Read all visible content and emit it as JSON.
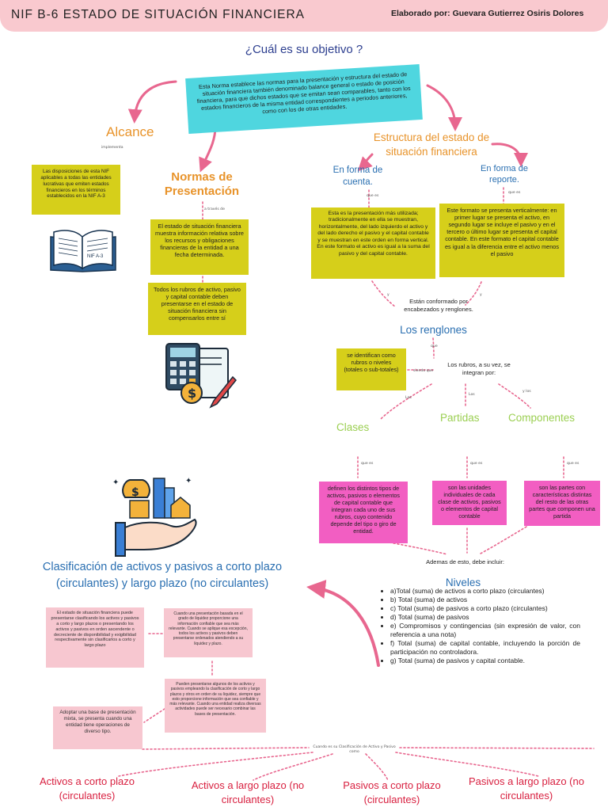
{
  "header": {
    "title": "NIF B-6  ESTADO DE SITUACIÓN FINANCIERA",
    "author": "Elaborado por: Guevara Gutierrez Osiris Dolores"
  },
  "objective": {
    "question": "¿Cuál es su objetivo ?",
    "text": "Esta Norma establece las normas para la presentación y estructura del estado de situación financiera también denominado balance general o estado de posición financiera, para que dichos estados que se emitan sean comparables, tanto con los estados financieros de la misma entidad correspondientes a periodos anteriores, como con los de otras entidades."
  },
  "alcance": {
    "title": "Alcance",
    "note": "implementa",
    "text": "Las disposiciones de esta NIF aplicables a todas las entidades lucrativas que emiten estados financieros en los términos establecidos en la NIF A-3",
    "book_label": "NIF A-3"
  },
  "normas": {
    "title_line1": "Normas de",
    "title_line2": "Presentación",
    "note": "a través de",
    "text1": "El estado de situación financiera muestra información relativa sobre los recursos y obligaciones financieras de la entidad a una fecha determinada.",
    "text2": "Todos los rubros de activo, pasivo y capital contable deben presentarse en el estado de situación financiera sin compensarlos entre sí"
  },
  "estructura": {
    "title_line1": "Estructura del estado de",
    "title_line2": "situación financiera",
    "cuenta_line1": "En forma de",
    "cuenta_line2": "cuenta.",
    "reporte_line1": "En forma de",
    "reporte_line2": "reporte.",
    "note_que_es1": "que es",
    "note_que_es2": "que es",
    "cuenta_text": "Esta es la presentación más utilizada; tradicionalmente en ella se muestran, horizontalmente, del lado izquierdo el activo y del lado derecho el pasivo y el capital contable y se muestran en este orden en forma vertical. En este formato el activo es igual a la suma del pasivo y del capital contable.",
    "reporte_text": "Este formato se presenta verticalmente: en primer lugar se presenta el activo, en segundo lugar se incluye el pasivo y en el tercero o último lugar se presenta el capital contable. En este formato el capital contable es igual a la diferencia entre el activo menos el pasivo",
    "note_y1": "y",
    "note_y2": "y",
    "conformado": "Están conformado por encabezados y renglones.",
    "renglones_title": "Los renglones",
    "note_que": "que",
    "renglones_text": "se identifican como rubros o niveles (totales o sub-totales)",
    "note_siendo": "siendo que",
    "rubros_text": "Los rubros, a su vez, se integran por:",
    "note_las": "Las",
    "note_los": "Los",
    "note_ylos": "y los",
    "clases": "Clases",
    "partidas": "Partidas",
    "componentes": "Componentes",
    "note_quees_a": "que es",
    "note_quees_b": "que es",
    "note_quees_c": "que es",
    "clases_text": "definen los distintos tipos de activos, pasivos o elementos de capital contable que integran cada uno de sus rubros, cuyo contenido depende del tipo o giro de entidad.",
    "partidas_text": "son las unidades individuales de cada clase de activos, pasivos o elementos de capital contable",
    "componentes_text": "son las partes con características distintas del resto de las otras partes que componen una partida",
    "ademas": "Ademas de esto, debe incluir:",
    "niveles_title": "Niveles",
    "niveles_items": [
      "a)Total (suma) de activos a corto plazo (circulantes)",
      "b) Total (suma) de activos",
      "c) Total (suma) de pasivos a corto plazo (circulantes)",
      "d) Total (suma) de pasivos",
      "e) Compromisos y contingencias (sin expresión de valor, con referencia a una nota)",
      "f) Total (suma) de capital contable, incluyendo la porción de participación no controladora.",
      "g) Total (suma) de pasivos y capital contable."
    ]
  },
  "clasificacion": {
    "title_line1": "Clasificación de activos y pasivos a corto plazo",
    "title_line2": "(circulantes) y largo plazo (no circulantes)",
    "text1": "El estado de situación financiera puede presentarse clasificando los activos y pasivos a corto y largo plazos o presentando los activos y pasivos en orden ascendente o decreciente de disponibilidad y exigibilidad respectivamente sin clasificarlos a corto y largo plazo",
    "text2": "Cuando una presentación basada en el grado de liquidez proporcione una información confiable que sea más relevante. Cuando se aplique esa excepción, todos los activos y pasivos deben presentarse ordenados atendiendo a su liquidez y plazo.",
    "text3": "Pueden presentarse algunos de los activos y pasivos empleando la clasificación de corto y largo plazos y otros en orden de su liquidez, siempre que esto proporcione información que sea confiable y más relevante. Cuando una entidad realiza diversas actividades puede ser necesario combinar las bases de presentación.",
    "text4": "Adoptar una base de presentación mixta, se presenta cuando una entidad tiene operaciones de diverso tipo.",
    "note_cuando": "Cuando es su Clasificación de Activo y Pasivo como",
    "activos_corto_line1": "Activos a corto plazo",
    "activos_corto_line2": "(circulantes)",
    "activos_largo_line1": "Activos a largo plazo (no",
    "activos_largo_line2": "circulantes)",
    "pasivos_corto_line1": "Pasivos a corto plazo",
    "pasivos_corto_line2": "(circulantes)",
    "pasivos_largo_line1": "Pasivos a largo plazo (no",
    "pasivos_largo_line2": "circulantes)"
  },
  "colors": {
    "header": "#f9c9cf",
    "cyan": "#4fd6df",
    "yellow": "#d6cf1a",
    "magenta": "#f25ec2",
    "pink": "#f7c7d0",
    "orange": "#e8932a",
    "blue": "#2a6fb1",
    "green": "#9bcf52",
    "red": "#d81f3f",
    "arrow": "#e8678f"
  }
}
